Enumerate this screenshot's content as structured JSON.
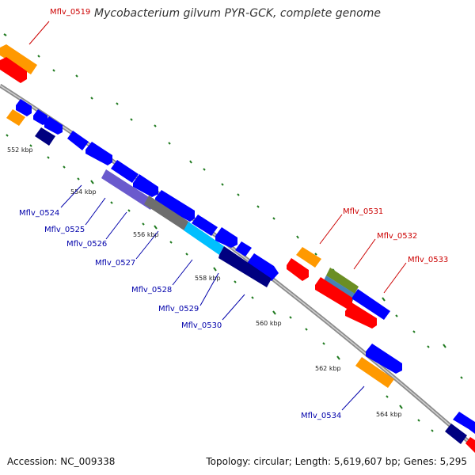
{
  "title": "Mycobacterium gilvum PYR-GCK, complete genome",
  "accession": "Accession: NC_009338",
  "summary": "Topology: circular; Length: 5,619,607 bp; Genes: 5,295",
  "colors": {
    "backbone": "#8c8c8c",
    "tick": "#1f7a1f",
    "label_forward": "#cc0000",
    "label_reverse": "#0000aa",
    "orange": "#ff9900",
    "red": "#ff0000",
    "blue": "#0000ff",
    "navy": "#000080",
    "purple": "#6a5acd",
    "gray": "#6e6e6e",
    "cyan": "#00bfff",
    "olive": "#6b8e23",
    "steel": "#4682b4"
  },
  "scale_labels": [
    "552 kbp",
    "554 kbp",
    "556 kbp",
    "558 kbp",
    "560 kbp",
    "562 kbp",
    "564 kbp"
  ],
  "gene_labels": [
    "Mflv_0519",
    "Mflv_0524",
    "Mflv_0525",
    "Mflv_0526",
    "Mflv_0527",
    "Mflv_0528",
    "Mflv_0529",
    "Mflv_0530",
    "Mflv_0531",
    "Mflv_0532",
    "Mflv_0533",
    "Mflv_0534"
  ]
}
